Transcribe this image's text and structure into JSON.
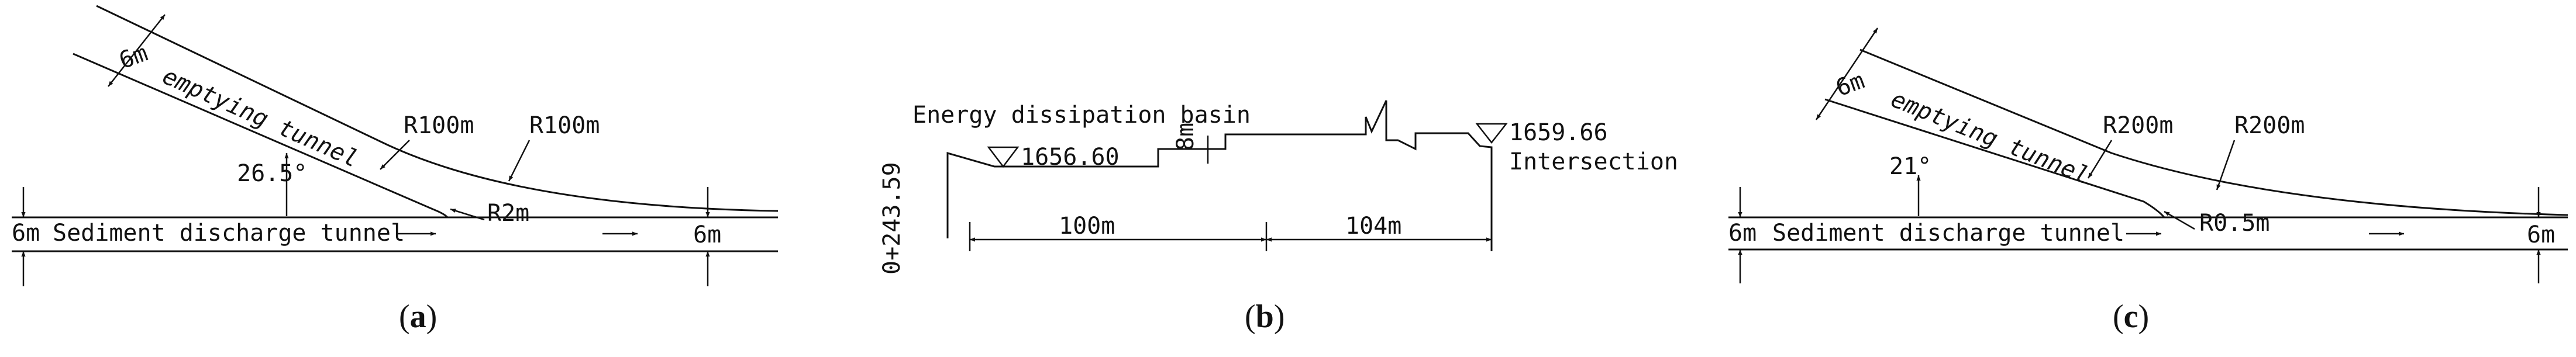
{
  "panels": {
    "a": {
      "caption_letter": "a",
      "label_width_top": "6m",
      "label_emptying": "emptying tunnel",
      "label_r_outer": "R100m",
      "label_r_inner": "R100m",
      "label_angle": "26.5°",
      "label_r_small": "R2m",
      "label_width_left": "6m",
      "label_sediment": "Sediment discharge tunnel",
      "label_width_right": "6m"
    },
    "b": {
      "caption_letter": "b",
      "label_basin": "Energy dissipation basin",
      "label_elev_left": "1656.60",
      "label_step": "8m",
      "label_elev_right": "1659.66",
      "label_intersection": "Intersection",
      "label_station": "0+243.59",
      "label_len_left": "100m",
      "label_len_right": "104m"
    },
    "c": {
      "caption_letter": "c",
      "label_width_top": "6m",
      "label_emptying": "emptying tunnel",
      "label_r_outer": "R200m",
      "label_r_inner": "R200m",
      "label_angle": "21°",
      "label_r_small": "R0.5m",
      "label_width_left": "6m",
      "label_sediment": "Sediment discharge tunnel",
      "label_width_right": "6m"
    }
  },
  "caption_open": "(",
  "caption_close": ")"
}
